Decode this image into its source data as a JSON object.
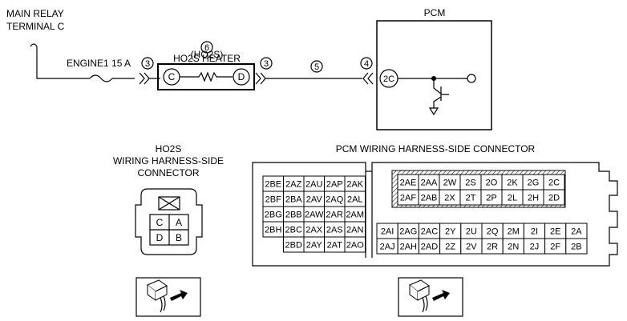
{
  "circuit": {
    "main_relay": [
      "MAIN RELAY",
      "TERMINAL C"
    ],
    "fuse_label": "ENGINE1 15 A",
    "callouts": [
      "3",
      "6",
      "3",
      "5",
      "4"
    ],
    "heater_title": [
      "HO2S HEATER",
      "(HO2S)"
    ],
    "heater_pins": [
      "C",
      "D"
    ],
    "pcm_title": "PCM",
    "pcm_pin": "2C"
  },
  "ho2s_connector": {
    "title": [
      "HO2S",
      "WIRING HARNESS-SIDE",
      "CONNECTOR"
    ],
    "pins": [
      "C",
      "A",
      "D",
      "B"
    ]
  },
  "pcm_connector": {
    "title": "PCM WIRING HARNESS-SIDE CONNECTOR",
    "left_block": [
      [
        "2BE",
        "2AZ",
        "2AU",
        "2AP",
        "2AK"
      ],
      [
        "2BF",
        "2BA",
        "2AV",
        "2AQ",
        "2AL"
      ],
      [
        "2BG",
        "2BB",
        "2AW",
        "2AR",
        "2AM"
      ],
      [
        "2BH",
        "2BC",
        "2AX",
        "2AS",
        "2AN"
      ],
      [
        "",
        "2BD",
        "2AY",
        "2AT",
        "2AO"
      ]
    ],
    "top_right_block": [
      [
        "2AE",
        "2AA",
        "2W",
        "2S",
        "2O",
        "2K",
        "2G",
        "2C"
      ],
      [
        "2AF",
        "2AB",
        "2X",
        "2T",
        "2P",
        "2L",
        "2H",
        "2D"
      ]
    ],
    "bottom_right_block": [
      [
        "2AI",
        "2AG",
        "2AC",
        "2Y",
        "2U",
        "2Q",
        "2M",
        "2I",
        "2E",
        "2A"
      ],
      [
        "2AJ",
        "2AH",
        "2AD",
        "2Z",
        "2V",
        "2R",
        "2N",
        "2J",
        "2F",
        "2B"
      ]
    ]
  }
}
